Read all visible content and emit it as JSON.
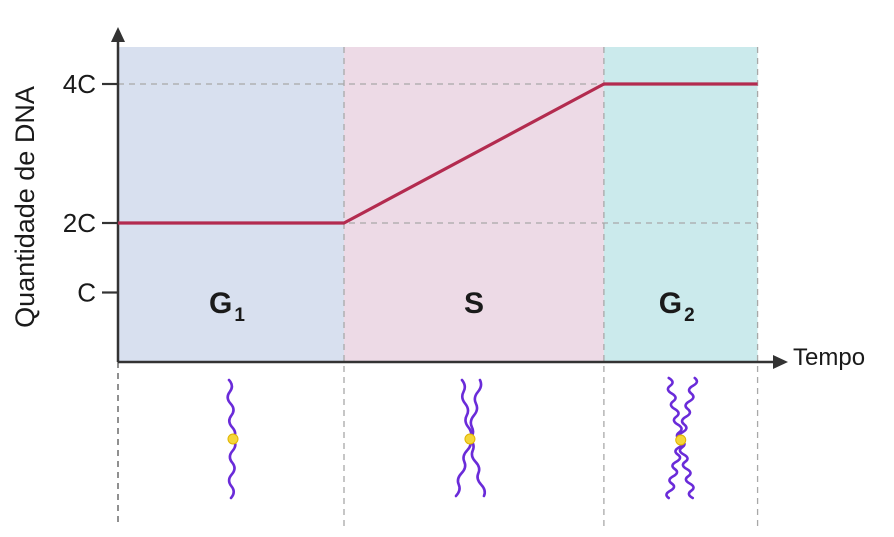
{
  "colors": {
    "g1_band": "#d8e0ef",
    "s_band": "#eddae6",
    "g2_band": "#cbeaec",
    "line": "#b32b4f",
    "axis": "#333333",
    "grid": "#a8a8a8",
    "chromosome": "#6a2bd9",
    "centromere": "#f5d63a"
  },
  "chart_data": {
    "type": "line",
    "ylabel": "Quantidade de DNA",
    "xlabel": "Tempo",
    "y_ticks": [
      {
        "label": "C",
        "value": 1
      },
      {
        "label": "2C",
        "value": 2
      },
      {
        "label": "4C",
        "value": 4
      }
    ],
    "ylim": [
      0,
      4.9
    ],
    "xlim": [
      0,
      3.15
    ],
    "phases": [
      {
        "name": "G",
        "sub": "1",
        "start": 0,
        "end": 1
      },
      {
        "name": "S",
        "sub": "",
        "start": 1,
        "end": 2.15
      },
      {
        "name": "G",
        "sub": "2",
        "start": 2.15,
        "end": 2.83
      }
    ],
    "series": [
      {
        "points": [
          [
            0,
            2
          ],
          [
            1,
            2
          ],
          [
            2.15,
            4
          ],
          [
            2.83,
            4
          ]
        ]
      }
    ],
    "grid_dashed_levels": [
      2,
      4
    ],
    "chromosome_icons": [
      {
        "phase": "G1",
        "icon": "single-chromatid-icon"
      },
      {
        "phase": "S",
        "icon": "replicating-chromosome-icon"
      },
      {
        "phase": "G2",
        "icon": "duplicated-chromosome-icon"
      }
    ]
  }
}
